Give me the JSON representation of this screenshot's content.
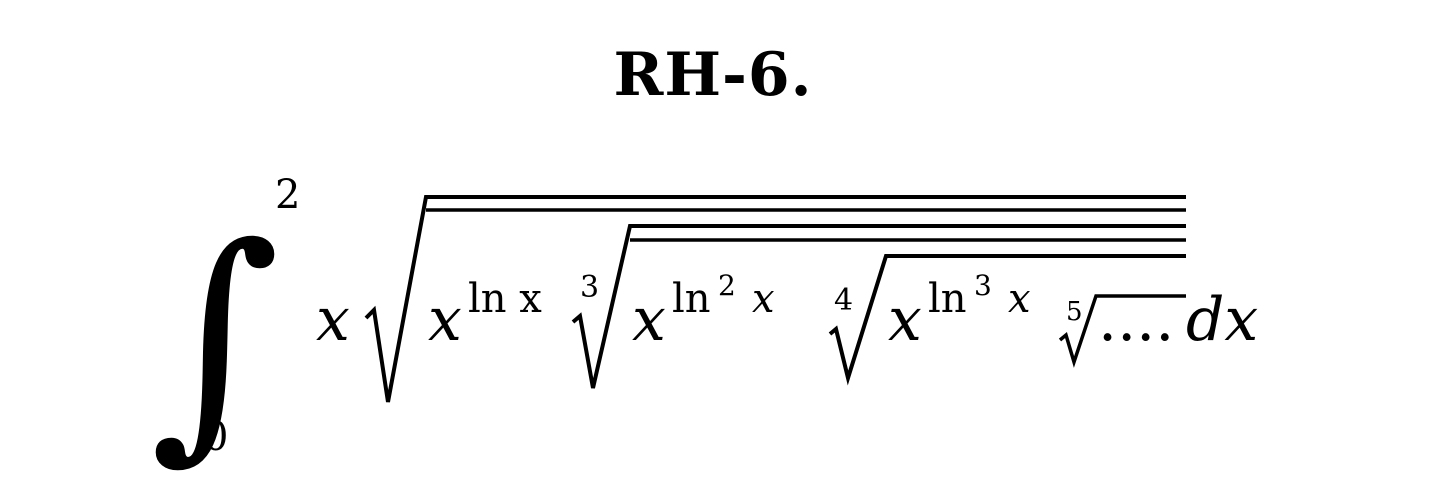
{
  "title": "RH-6.",
  "formula": {
    "integral_sign": "∫",
    "lower_limit": "0",
    "upper_limit": "2",
    "outer_factor": "x",
    "base_1": "x",
    "exp_1": "ln x",
    "root_index_2": "3",
    "base_2": "x",
    "exp_2_fn": "ln",
    "exp_2_pow": "2",
    "exp_2_var": "x",
    "root_index_3": "4",
    "base_3": "x",
    "exp_3_fn": "ln",
    "exp_3_pow": "3",
    "exp_3_var": "x",
    "root_index_4": "5",
    "continuation": "....",
    "differential": "dx"
  }
}
